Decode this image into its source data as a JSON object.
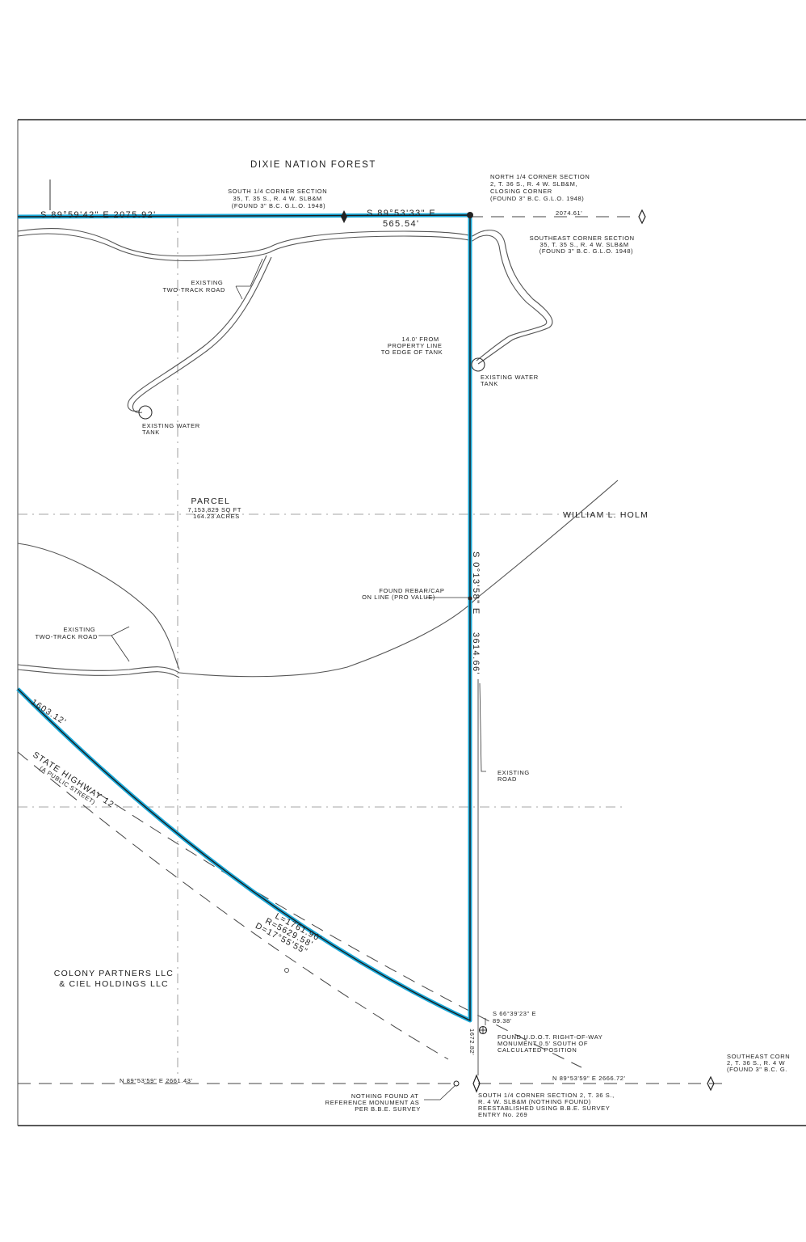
{
  "labels": {
    "dixie_forest": "DIXIE NATION FOREST",
    "north_quarter_corner": [
      "NORTH 1/4 CORNER SECTION",
      "2, T. 36 S., R. 4 W. SLB&M,",
      "CLOSING CORNER",
      "(FOUND 3\" B.C. G.L.O. 1948)"
    ],
    "south_quarter_corner_35": [
      "SOUTH 1/4 CORNER SECTION",
      "35, T. 35 S., R. 4 W. SLB&M",
      "(FOUND 3\" B.C. G.L.O. 1948)"
    ],
    "southeast_corner_35": [
      "SOUTHEAST CORNER SECTION",
      "35, T. 35 S., R. 4 W. SLB&M",
      "(FOUND 3\" B.C. G.L.O. 1948)"
    ],
    "southeast_corner_2_cut": [
      "SOUTHEAST CORN",
      "2, T. 36 S., R. 4 W",
      "(FOUND 3\" B.C. G."
    ],
    "existing_two_track_road": [
      "EXISTING",
      "TWO-TRACK ROAD"
    ],
    "existing_water_tank": [
      "EXISTING WATER",
      "TANK"
    ],
    "tank_offset_note": [
      "14.0' FROM",
      "PROPERTY LINE",
      "TO EDGE OF TANK"
    ],
    "parcel": [
      "PARCEL",
      "7,153,829 SQ FT",
      "164.23 ACRES"
    ],
    "william_holm": "WILLIAM L. HOLM",
    "found_rebar": [
      "FOUND REBAR/CAP",
      "ON LINE (PRO VALUE)"
    ],
    "existing_road": [
      "EXISTING",
      "ROAD"
    ],
    "state_highway": [
      "STATE HIGHWAY 12",
      "(A PUBLIC STREET)"
    ],
    "colony_partners": [
      "COLONY PARTNERS LLC",
      "& CIEL HOLDINGS LLC"
    ],
    "udot_monument": [
      "FOUND U.D.O.T. RIGHT-OF-WAY",
      "MONUMENT 0.5' SOUTH OF",
      "CALCULATED POSITION"
    ],
    "nothing_found": [
      "NOTHING FOUND AT",
      "REFERENCE MONUMENT AS",
      "PER B.B.E. SURVEY"
    ],
    "south_quarter_corner_2": [
      "SOUTH 1/4 CORNER SECTION 2, T. 36 S.,",
      "R. 4 W. SLB&M (NOTHING FOUND)",
      "REESTABLISHED USING B.B.E. SURVEY",
      "ENTRY No. 269"
    ]
  },
  "bearings": {
    "north_west": "S 89°59'42\" E    2075.92'",
    "north_east_brg": "S 89°53'33\" E",
    "north_east_dist": "565.54'",
    "north_ext": "2074.61'",
    "east_line_brg": "S 0°13'58\" E",
    "east_line_dist": "3614.66'",
    "highway_chord": "1603.12'",
    "curve": [
      "L=1761.90'",
      "R=5629.58'",
      "D=17°55'55\""
    ],
    "se_tie_brg": "S 66°39'23\" E",
    "se_tie_dist": "89.38'",
    "south_tie": "1672.82'",
    "south_west": "N 89°53'59\" E    2661.43'",
    "south_east": "N 89°53'59\" E    2666.72'"
  },
  "colors": {
    "boundary_highlight": "#1aa9d9",
    "linework": "#1b1b1b"
  }
}
